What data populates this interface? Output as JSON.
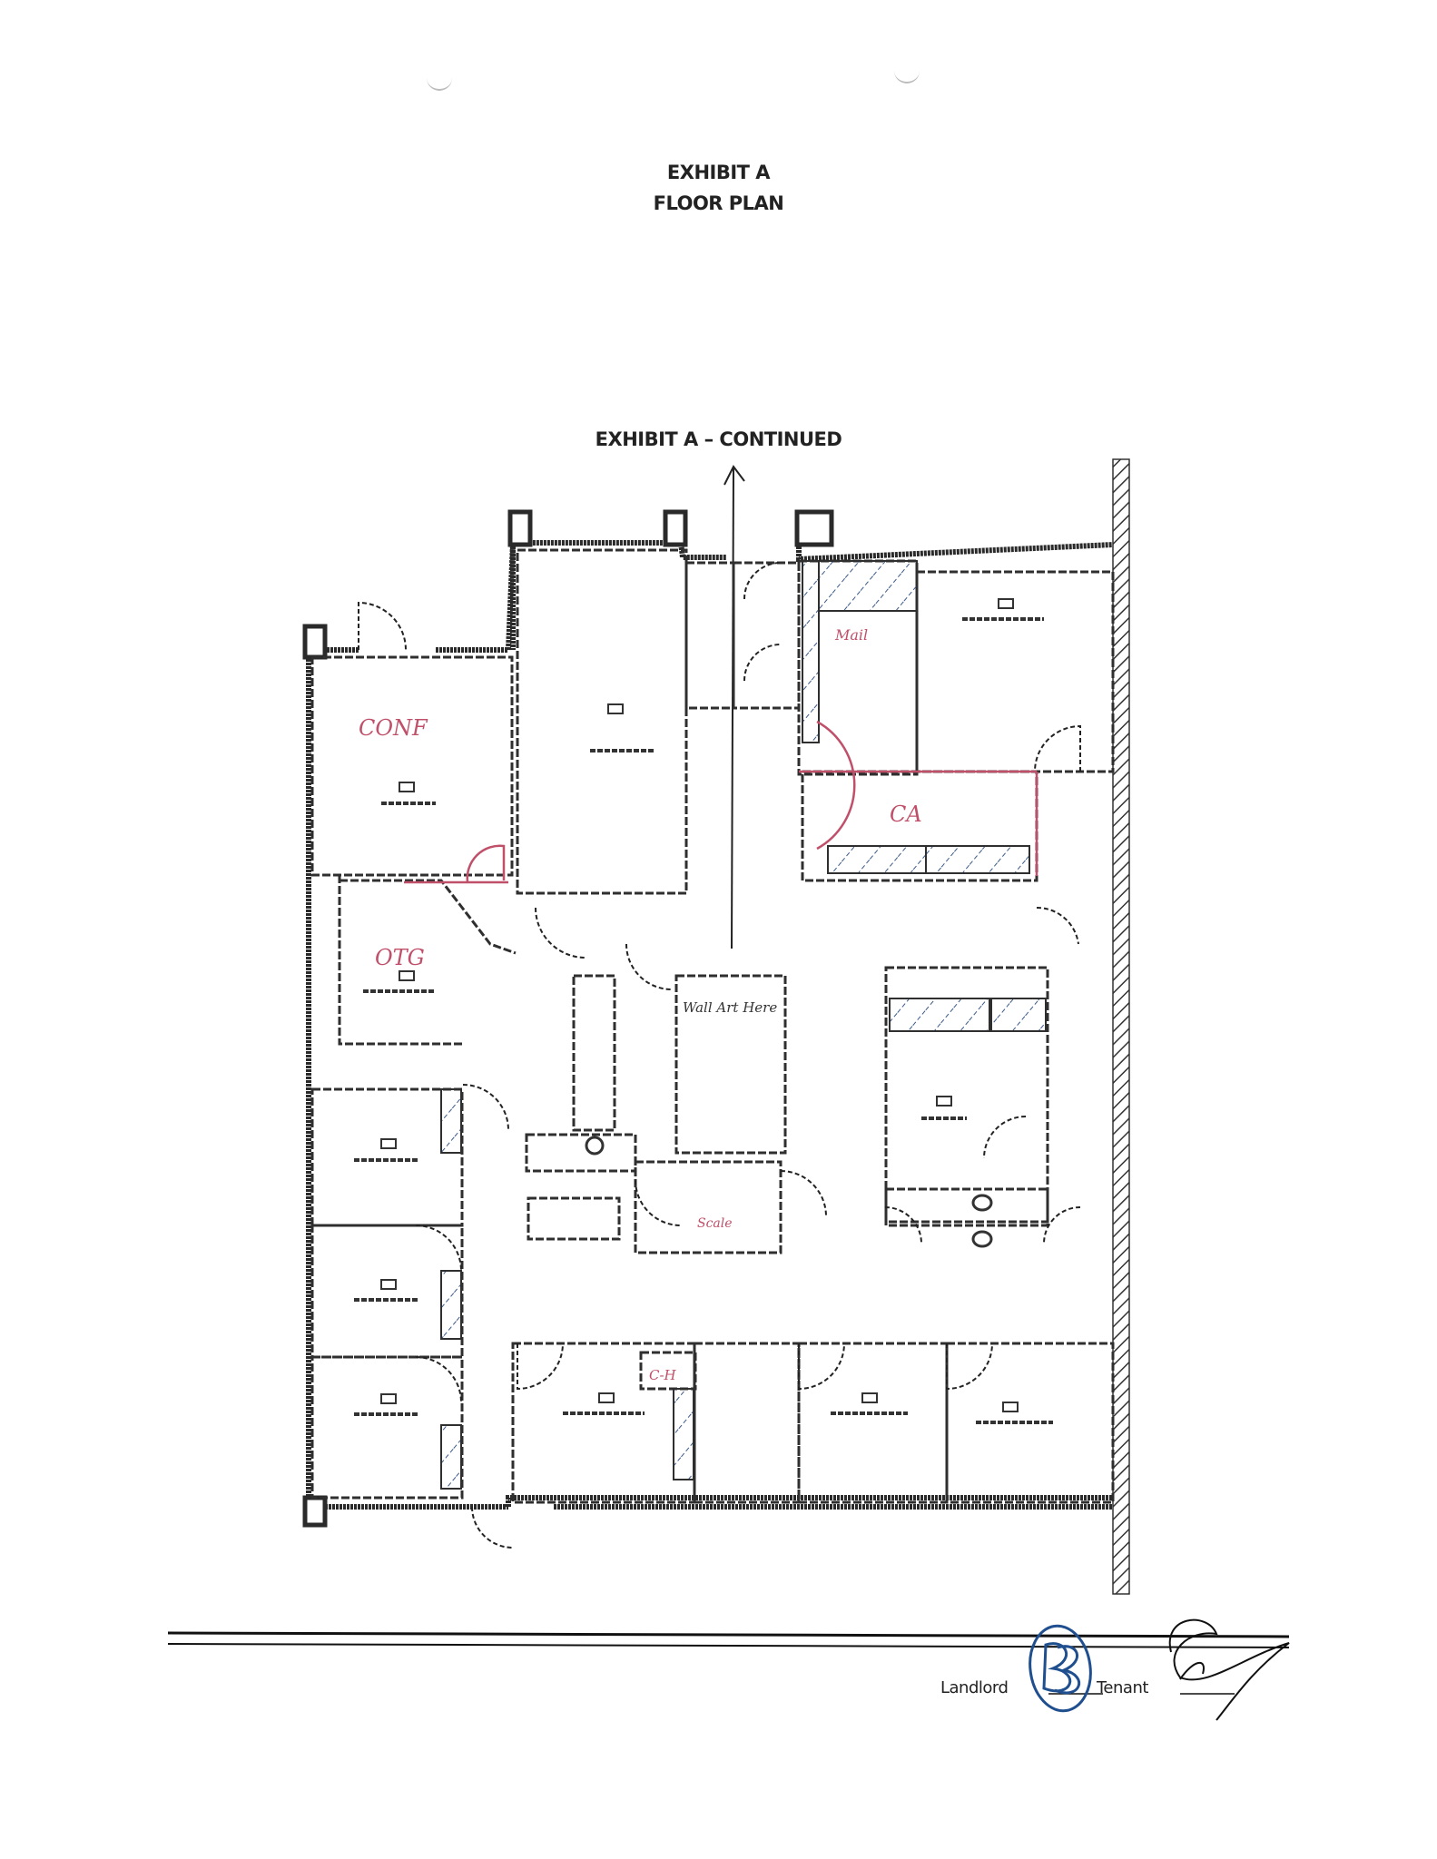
{
  "document": {
    "heading_line1": "EXHIBIT A",
    "heading_line2": "FLOOR PLAN",
    "continued_heading": "EXHIBIT A – CONTINUED"
  },
  "floor_plan": {
    "handwritten_annotations": [
      {
        "id": "conf",
        "text": "CONF",
        "color": "#c0506a"
      },
      {
        "id": "ca",
        "text": "CA",
        "color": "#c0506a"
      },
      {
        "id": "otg",
        "text": "OTG",
        "color": "#c0506a"
      },
      {
        "id": "mail",
        "text": "Mail",
        "color": "#c0506a"
      },
      {
        "id": "wall-art",
        "text": "Wall Art Here",
        "color": "#333333"
      },
      {
        "id": "center-note",
        "text": "Scale",
        "color": "#c0506a"
      },
      {
        "id": "bottom-note",
        "text": "C-H",
        "color": "#c0506a"
      }
    ],
    "colors": {
      "wall": "#2a2a2a",
      "hatch": "#3a5a8a",
      "red_markup": "#c0506a"
    }
  },
  "signature_block": {
    "landlord_label": "Landlord",
    "tenant_label": "Tenant",
    "landlord_initials": "BB",
    "stamp_color": "#1f4f8f"
  }
}
